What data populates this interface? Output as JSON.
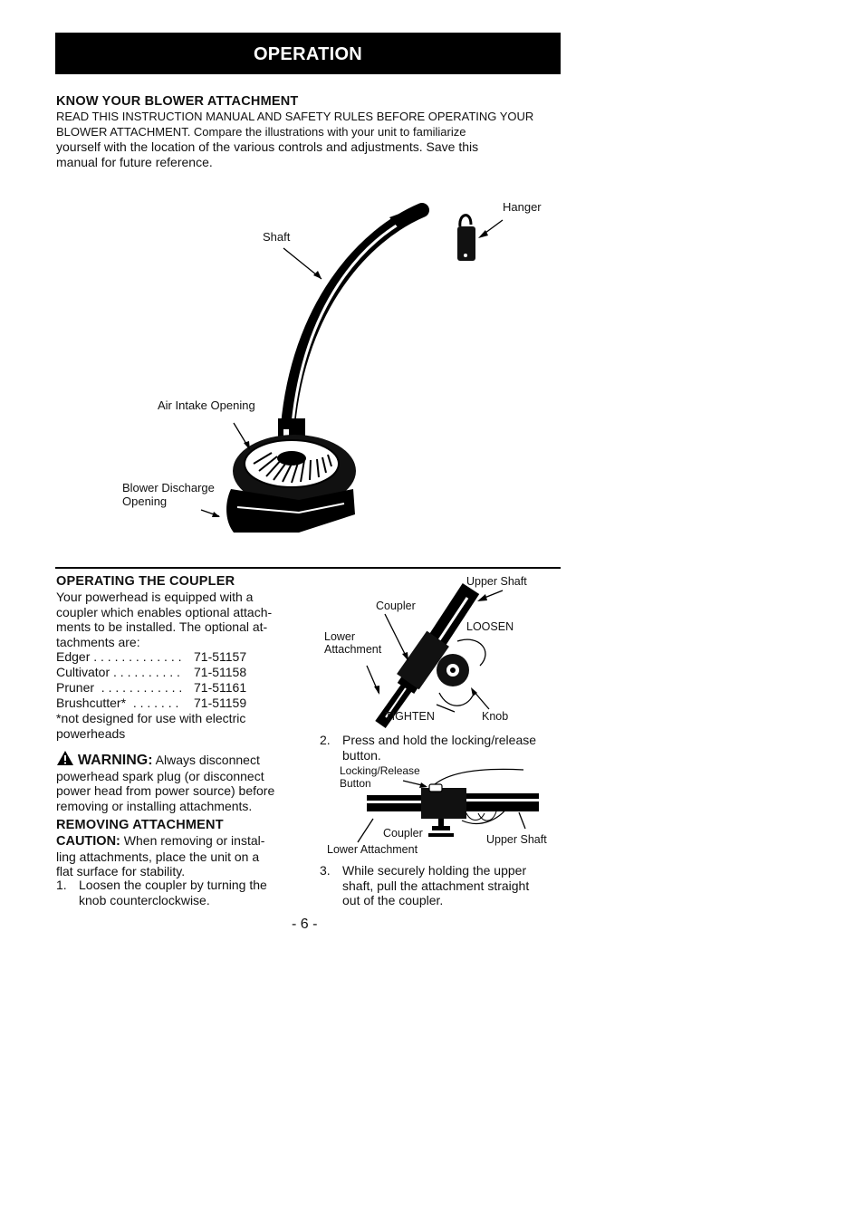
{
  "banner_title": "OPERATION",
  "section1": {
    "heading": "KNOW YOUR BLOWER ATTACHMENT",
    "line1": "READ THIS INSTRUCTION MANUAL AND SAFETY RULES BEFORE OPERATING YOUR",
    "line2": "BLOWER ATTACHMENT. Compare the illustrations with your unit to familiarize",
    "line3": "yourself with the location of the various controls and adjustments. Save this",
    "line4": "manual for future reference."
  },
  "blower_figure": {
    "shaft": "Shaft",
    "hanger": "Hanger",
    "air_intake": "Air Intake Opening",
    "discharge_line1": "Blower Discharge",
    "discharge_line2": "Opening"
  },
  "coupler_section": {
    "heading": "OPERATING THE COUPLER",
    "lines": [
      "Your powerhead is equipped with a",
      "coupler which enables optional attach-",
      "ments to be installed.  The optional at-",
      "tachments are:"
    ],
    "attachments": [
      {
        "name": "Edger . . . . . . . . . . . . .",
        "part": "71-51157"
      },
      {
        "name": "Cultivator . . . . . . . . . .",
        "part": "71-51158"
      },
      {
        "name": "Pruner  . . . . . . . . . . . .",
        "part": "71-51161"
      },
      {
        "name": "Brushcutter*  . . . . . . .",
        "part": "71-51159"
      }
    ],
    "note_line1": "*not designed for use with electric",
    "note_line2": "powerheads"
  },
  "warning": {
    "label": "WARNING:",
    "text_first": "Always disconnect",
    "lines": [
      "powerhead spark plug (or disconnect",
      "power head from power source) before",
      "removing or installing attachments."
    ]
  },
  "removing": {
    "heading": "REMOVING ATTACHMENT",
    "caution_label": "CAUTION:",
    "caution_first": "When removing or instal-",
    "caution_lines": [
      "ling attachments, place the unit on a",
      "flat surface for stability."
    ],
    "step1_num": "1.",
    "step1_line1": "Loosen the coupler by turning the",
    "step1_line2": "knob counterclockwise."
  },
  "coupler_figure": {
    "upper_shaft": "Upper Shaft",
    "coupler": "Coupler",
    "loosen": "LOOSEN",
    "lower_line1": "Lower",
    "lower_line2": "Attachment",
    "tighten": "TIGHTEN",
    "knob": "Knob"
  },
  "step2": {
    "num": "2.",
    "line1": "Press and hold the locking/release",
    "line2": "button."
  },
  "button_figure": {
    "locking_line1": "Locking/Release",
    "locking_line2": "Button",
    "coupler": "Coupler",
    "upper_shaft": "Upper Shaft",
    "lower_attachment": "Lower Attachment"
  },
  "step3": {
    "num": "3.",
    "line1": "While securely holding the upper",
    "line2": "shaft, pull the attachment straight",
    "line3": "out of the coupler."
  },
  "page_number": "- 6 -"
}
